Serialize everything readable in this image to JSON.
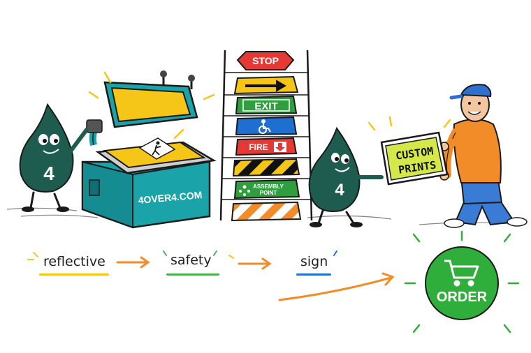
{
  "brand": {
    "site": "4OVER4.COM",
    "mascot_number": "4"
  },
  "press": {
    "plate_sign_icon": "pedestrian-crossing-icon"
  },
  "signs": [
    {
      "label": "STOP",
      "bg": "#e53935",
      "fg": "#ffffff"
    },
    {
      "label": "",
      "icon": "arrow-right-icon",
      "bg": "#f5c518",
      "fg": "#111111"
    },
    {
      "label": "EXIT",
      "bg": "#2e9e3e",
      "fg": "#ffffff"
    },
    {
      "label": "",
      "icon": "wheelchair-icon",
      "bg": "#1e6fd0",
      "fg": "#ffffff"
    },
    {
      "label": "FIRE",
      "icon": "arrow-down-icon",
      "bg": "#e53935",
      "fg": "#ffffff"
    },
    {
      "label": "",
      "icon": "hazard-stripes",
      "bg": "#f5c518",
      "fg": "#111111"
    },
    {
      "label": "ASSEMBLY POINT",
      "line1": "ASSEMBLY",
      "line2": "POINT",
      "icon": "people-icon",
      "bg": "#2e9e3e",
      "fg": "#ffffff"
    },
    {
      "label": "",
      "icon": "hazard-stripes",
      "bg": "#f28c28",
      "fg": "#ffffff"
    }
  ],
  "custom_sign": {
    "line1": "CUSTOM",
    "line2": "PRINTS",
    "bg": "#d4e84a"
  },
  "flow": [
    {
      "word": "reflective",
      "underline": "#f5c518"
    },
    {
      "word": "safety",
      "underline": "#4caf50"
    },
    {
      "word": "sign",
      "underline": "#1e6fd0"
    }
  ],
  "order": {
    "label": "ORDER",
    "icon": "shopping-cart-icon",
    "bg": "#2fae3b",
    "fg": "#ffffff"
  },
  "colors": {
    "teal": "#1aa3a9",
    "mascot": "#1f5c50",
    "arrow": "#f28c28",
    "yellow": "#f5c518"
  }
}
